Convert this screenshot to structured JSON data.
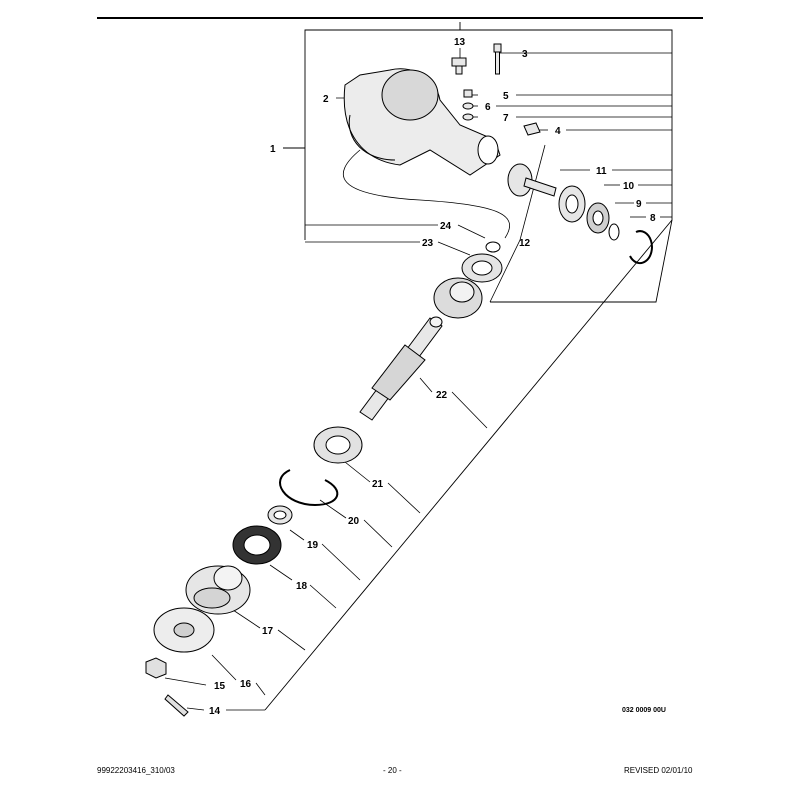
{
  "diagram": {
    "figure_code": "032 0009 00U",
    "callouts": [
      "1",
      "2",
      "3",
      "4",
      "5",
      "6",
      "7",
      "8",
      "9",
      "10",
      "11",
      "12",
      "13",
      "14",
      "15",
      "16",
      "17",
      "18",
      "19",
      "20",
      "21",
      "22",
      "23",
      "24"
    ]
  },
  "footer": {
    "left": "99922203416_310/03",
    "center": "- 20 -",
    "right": "REVISED 02/01/10"
  },
  "colors": {
    "ink": "#000000",
    "background": "#ffffff",
    "part_fill": "#e9e9e9",
    "part_shade": "#bdbdbd"
  }
}
